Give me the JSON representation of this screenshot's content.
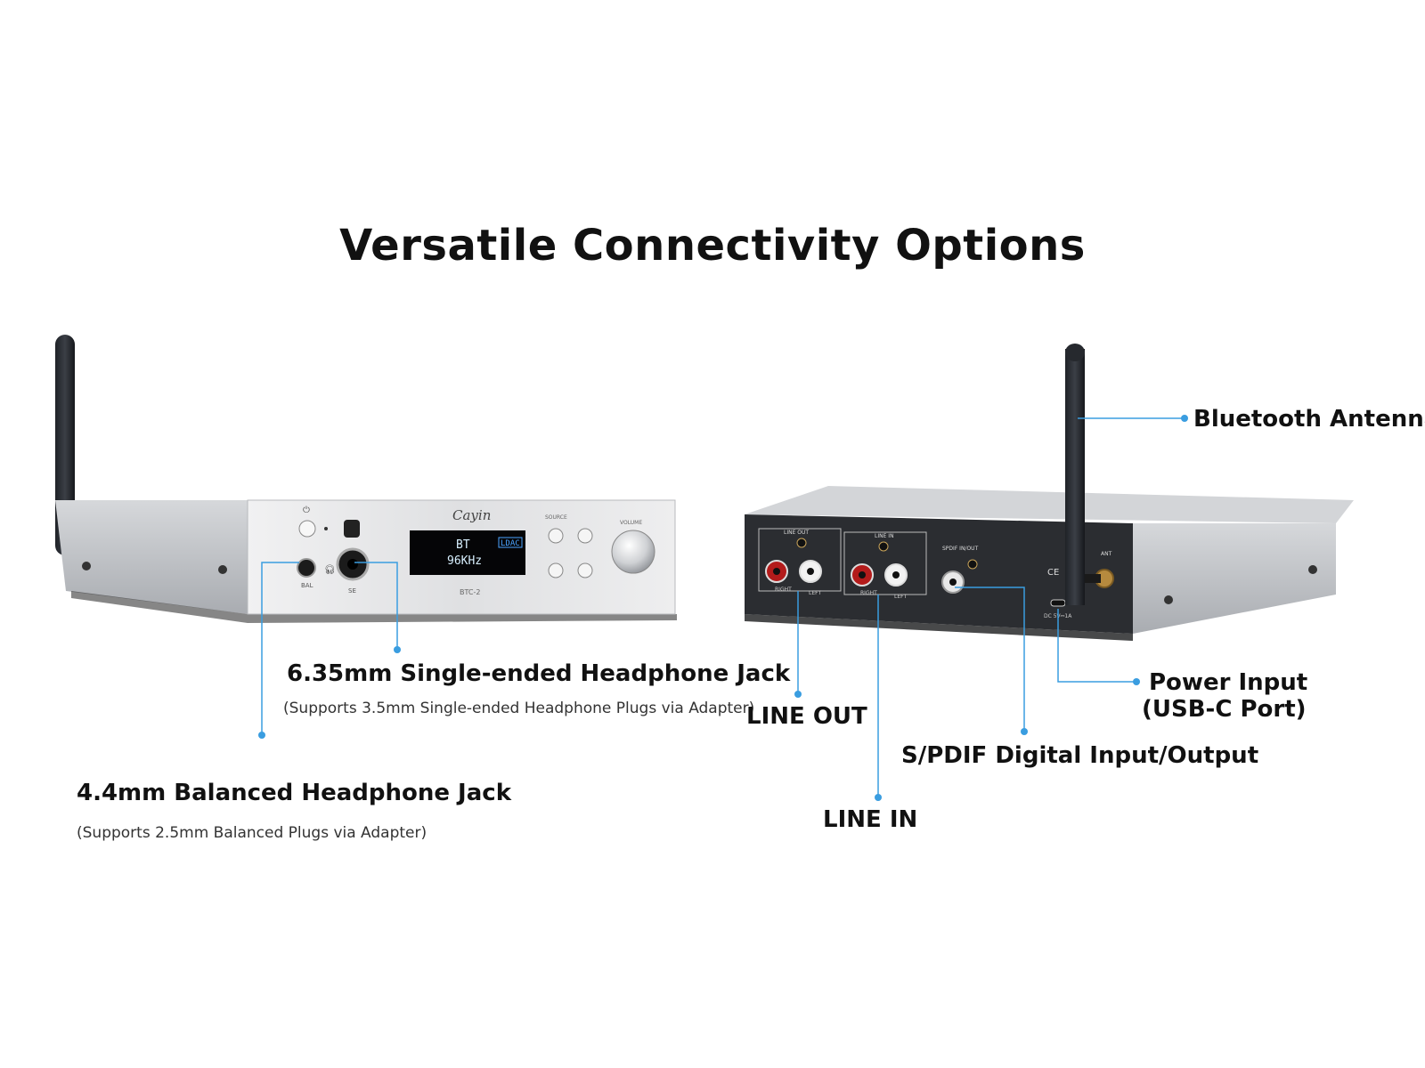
{
  "title": "Versatile Connectivity Options",
  "front_device": {
    "display_line1": "BT",
    "display_line2": "96KHz",
    "display_badge": "LDAC",
    "brand_script": "Cayin",
    "model": "BTC-2",
    "knob_label": "VOLUME",
    "source_label": "SOURCE",
    "jack_bal": "BAL",
    "jack_se": "SE"
  },
  "rear_device": {
    "line_out": "LINE OUT",
    "line_in": "LINE IN",
    "spdif": "SPDIF IN/OUT",
    "right": "RIGHT",
    "left": "LEFT",
    "ant": "ANT",
    "dc": "DC 5V⎓1A",
    "ce": "CE"
  },
  "callouts": {
    "se_jack": {
      "label": "6.35mm Single-ended Headphone Jack",
      "note": "(Supports 3.5mm Single-ended Headphone Plugs via Adapter)"
    },
    "bal_jack": {
      "label": "4.4mm Balanced Headphone Jack",
      "note": "(Supports 2.5mm Balanced Plugs via Adapter)"
    },
    "bluetooth": "Bluetooth Antenna",
    "power_line1": "Power Input",
    "power_line2": "(USB-C Port)",
    "spdif": "S/PDIF Digital Input/Output",
    "line_out": "LINE OUT",
    "line_in": "LINE IN"
  },
  "colors": {
    "callout_line": "#3a9de0",
    "chassis": "#c9cbcf",
    "faceplate": "#e4e5e7",
    "rear_panel": "#2b2d31"
  }
}
